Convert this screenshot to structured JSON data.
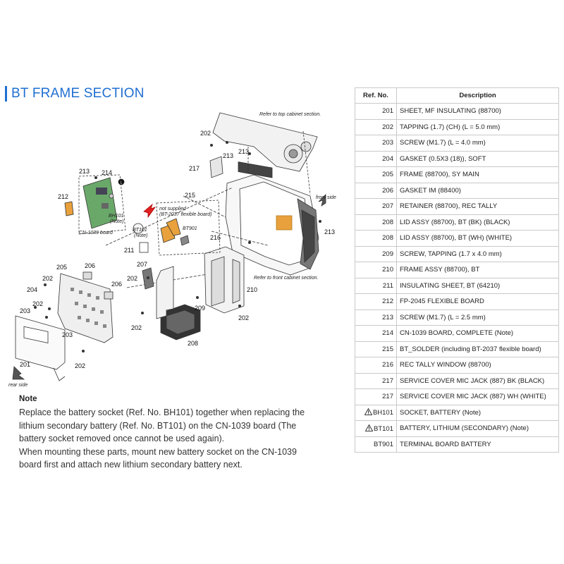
{
  "header": {
    "title": "BT FRAME SECTION"
  },
  "diagram": {
    "ref_top_cabinet": "Refer to top cabinet section.",
    "ref_front_cabinet": "Refer to front cabinet section.",
    "front_side": "front side",
    "rear_side": "rear side",
    "cn1039_board": "CN-1039 board",
    "bh101": "BH101",
    "bt101": "BT101",
    "note": "(Note)",
    "not_supplied_1": "not supplied",
    "not_supplied_2": "(BT-2037 flexible board)",
    "bt901": "BT901",
    "circle_l": "L",
    "labels": {
      "r201": "201",
      "r202": "202",
      "r203": "203",
      "r204": "204",
      "r205": "205",
      "r206": "206",
      "r207": "207",
      "r208": "208",
      "r209": "209",
      "r210": "210",
      "r211": "211",
      "r212": "212",
      "r213": "213",
      "r214": "214",
      "r215": "215",
      "r216": "216",
      "r217": "217"
    }
  },
  "table": {
    "headers": [
      "Ref. No.",
      "Description"
    ],
    "rows": [
      {
        "ref": "201",
        "desc": "SHEET, MF INSULATING (88700)",
        "warning": false
      },
      {
        "ref": "202",
        "desc": "TAPPING (1.7) (CH) (L = 5.0 mm)",
        "warning": false
      },
      {
        "ref": "203",
        "desc": "SCREW (M1.7) (L = 4.0 mm)",
        "warning": false
      },
      {
        "ref": "204",
        "desc": "GASKET (0.5X3 (18)), SOFT",
        "warning": false
      },
      {
        "ref": "205",
        "desc": "FRAME (88700), SY MAIN",
        "warning": false
      },
      {
        "ref": "206",
        "desc": "GASKET IM (88400)",
        "warning": false
      },
      {
        "ref": "207",
        "desc": "RETAINER (88700), REC TALLY",
        "warning": false
      },
      {
        "ref": "208",
        "desc": "LID ASSY (88700), BT (BK) (BLACK)",
        "warning": false
      },
      {
        "ref": "208",
        "desc": "LID ASSY (88700), BT (WH) (WHITE)",
        "warning": false
      },
      {
        "ref": "209",
        "desc": "SCREW, TAPPING (1.7 x 4.0 mm)",
        "warning": false
      },
      {
        "ref": "210",
        "desc": "FRAME ASSY (88700), BT",
        "warning": false
      },
      {
        "ref": "211",
        "desc": "INSULATING SHEET, BT (64210)",
        "warning": false
      },
      {
        "ref": "212",
        "desc": "FP-2045 FLEXIBLE BOARD",
        "warning": false
      },
      {
        "ref": "213",
        "desc": "SCREW (M1.7) (L = 2.5 mm)",
        "warning": false
      },
      {
        "ref": "214",
        "desc": "CN-1039 BOARD, COMPLETE (Note)",
        "warning": false
      },
      {
        "ref": "215",
        "desc": "BT_SOLDER (including BT-2037 flexible board)",
        "warning": false
      },
      {
        "ref": "216",
        "desc": "REC TALLY WINDOW (88700)",
        "warning": false
      },
      {
        "ref": "217",
        "desc": "SERVICE COVER MIC JACK (887) BK (BLACK)",
        "warning": false
      },
      {
        "ref": "217",
        "desc": "SERVICE COVER MIC JACK (887) WH (WHITE)",
        "warning": false
      },
      {
        "ref": "BH101",
        "desc": "SOCKET, BATTERY (Note)",
        "warning": true
      },
      {
        "ref": "BT101",
        "desc": "BATTERY, LITHIUM (SECONDARY) (Note)",
        "warning": true
      },
      {
        "ref": "BT901",
        "desc": "TERMINAL BOARD BATTERY",
        "warning": false
      }
    ]
  },
  "note": {
    "heading": "Note",
    "lines": [
      "Replace the battery socket (Ref. No. BH101) together when replacing the",
      "lithium secondary battery (Ref. No. BT101) on the CN-1039 board (The",
      "battery socket removed once cannot be used again).",
      "When mounting these parts, mount new battery socket on the CN-1039",
      "board first and attach new lithium secondary battery next."
    ]
  },
  "colors": {
    "accent": "#1f6fd1",
    "part_orange": "#e8a13c",
    "board_green": "#6aa86a",
    "arrow_red": "#e02020"
  }
}
